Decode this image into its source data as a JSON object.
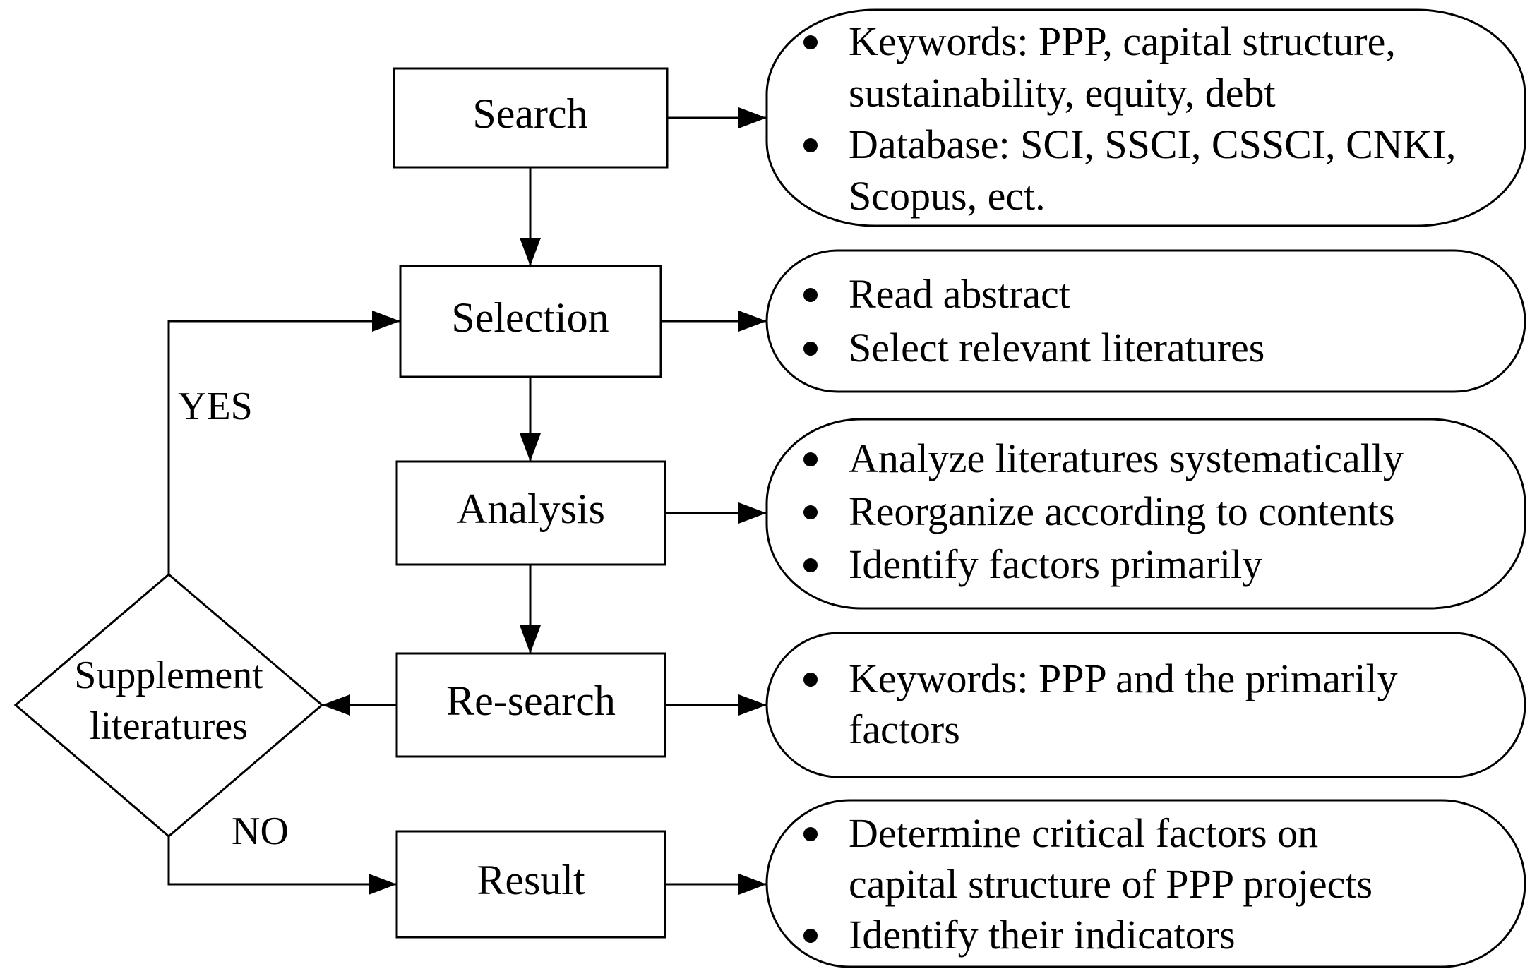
{
  "steps": {
    "search": "Search",
    "selection": "Selection",
    "analysis": "Analysis",
    "research": "Re-search",
    "result": "Result"
  },
  "decision": {
    "line1": "Supplement",
    "line2": "literatures",
    "yes": "YES",
    "no": "NO"
  },
  "notes": {
    "search": [
      {
        "lines": [
          "Keywords: PPP, capital structure,",
          "sustainability, equity, debt"
        ]
      },
      {
        "lines": [
          "Database: SCI, SSCI, CSSCI, CNKI,",
          "Scopus, ect."
        ]
      }
    ],
    "selection": [
      {
        "lines": [
          "Read abstract"
        ]
      },
      {
        "lines": [
          "Select relevant literatures"
        ]
      }
    ],
    "analysis": [
      {
        "lines": [
          "Analyze literatures systematically"
        ]
      },
      {
        "lines": [
          "Reorganize according to contents"
        ]
      },
      {
        "lines": [
          "Identify factors primarily"
        ]
      }
    ],
    "research": [
      {
        "lines": [
          "Keywords: PPP and the primarily",
          "factors"
        ]
      }
    ],
    "result": [
      {
        "lines": [
          "Determine critical factors on",
          "capital structure of PPP projects"
        ]
      },
      {
        "lines": [
          "Identify their indicators"
        ]
      }
    ]
  }
}
